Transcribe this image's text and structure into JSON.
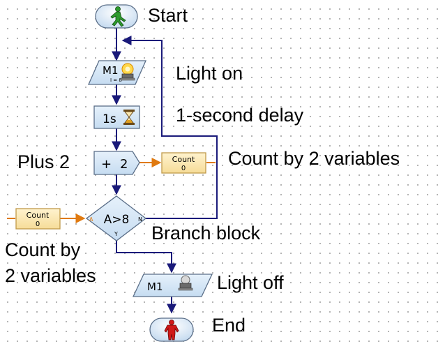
{
  "labels": {
    "start": "Start",
    "light_on": "Light on",
    "delay": "1-second delay",
    "plus2": "Plus 2",
    "count_by_right": "Count by 2 variables",
    "branch": "Branch block",
    "count_by_left_line1": "Count by",
    "count_by_left_line2": "2 variables",
    "light_off": "Light off",
    "end": "End"
  },
  "blocks": {
    "motor_on_name": "M1",
    "motor_on_sub": "I = 8",
    "delay_text": "1s",
    "add_op": "+",
    "add_value": "2",
    "count_right_name": "Count",
    "count_right_value": "0",
    "count_left_name": "Count",
    "count_left_value": "0",
    "branch_cond": "A>8",
    "branch_port_a": "A",
    "branch_port_n": "N",
    "branch_port_y": "Y",
    "motor_off_name": "M1"
  },
  "colors": {
    "flow_line": "#1a1a7a",
    "data_line": "#e07a10",
    "block_fill": "#d4e6f7",
    "block_border": "#5a6e88",
    "var_fill": "#fbe7b2",
    "var_border": "#c09a4a",
    "start_green": "#2e9a2e",
    "end_red": "#d01818"
  }
}
